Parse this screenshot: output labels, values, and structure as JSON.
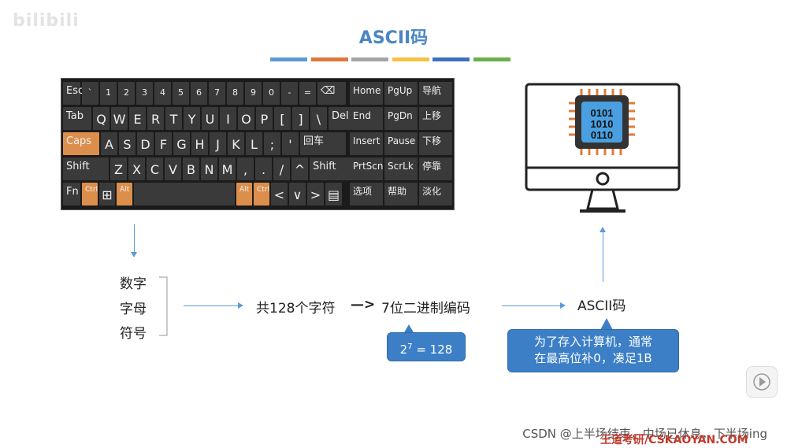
{
  "header": {
    "title": "ASCII码",
    "watermark": "bilibili"
  },
  "color_bars": [
    "#5b9bd5",
    "#e0763a",
    "#a5a5a5",
    "#f5c242",
    "#3e6fbf",
    "#6ab04c"
  ],
  "keyboard": {
    "rows": [
      [
        "Esc",
        "`",
        "1",
        "2",
        "3",
        "4",
        "5",
        "6",
        "7",
        "8",
        "9",
        "0",
        "-",
        "=",
        "⌫"
      ],
      [
        "Tab",
        "Q",
        "W",
        "E",
        "R",
        "T",
        "Y",
        "U",
        "I",
        "O",
        "P",
        "[",
        "]",
        "\\",
        "Del"
      ],
      [
        "Caps",
        "A",
        "S",
        "D",
        "F",
        "G",
        "H",
        "J",
        "K",
        "L",
        ";",
        "'",
        "回车"
      ],
      [
        "Shift",
        "Z",
        "X",
        "C",
        "V",
        "B",
        "N",
        "M",
        ",",
        ".",
        "/",
        "^",
        "Shift"
      ],
      [
        "Fn",
        "Ctrl",
        "⊞",
        "Alt",
        "Alt",
        "Ctrl",
        "<",
        "∨",
        ">",
        "▤"
      ]
    ],
    "nav": [
      [
        "Home",
        "PgUp",
        "导航"
      ],
      [
        "End",
        "PgDn",
        "上移"
      ],
      [
        "Insert",
        "Pause",
        "下移"
      ],
      [
        "PrtScn",
        "ScrLk",
        "停靠"
      ],
      [
        "选项",
        "帮助",
        "淡化"
      ]
    ]
  },
  "diagram": {
    "categories": [
      "数字",
      "字母",
      "符号"
    ],
    "count_label": "共128个字符",
    "arrow": "—>",
    "encoding_label": "7位二进制编码",
    "calc_callout": {
      "base": "2",
      "exp": "7",
      "rest": " = 128"
    },
    "ascii_label": "ASCII码",
    "note_callout": [
      "为了存入计算机，通常",
      "在最高位补0，凑足1B"
    ]
  },
  "chip": {
    "lines": [
      "0101",
      "1010",
      "0110"
    ]
  },
  "footer": {
    "credit": "CSDN @上半场结束，中场已休息，下半场ing",
    "brand": "王道考研/CSKAOYAN.COM"
  }
}
